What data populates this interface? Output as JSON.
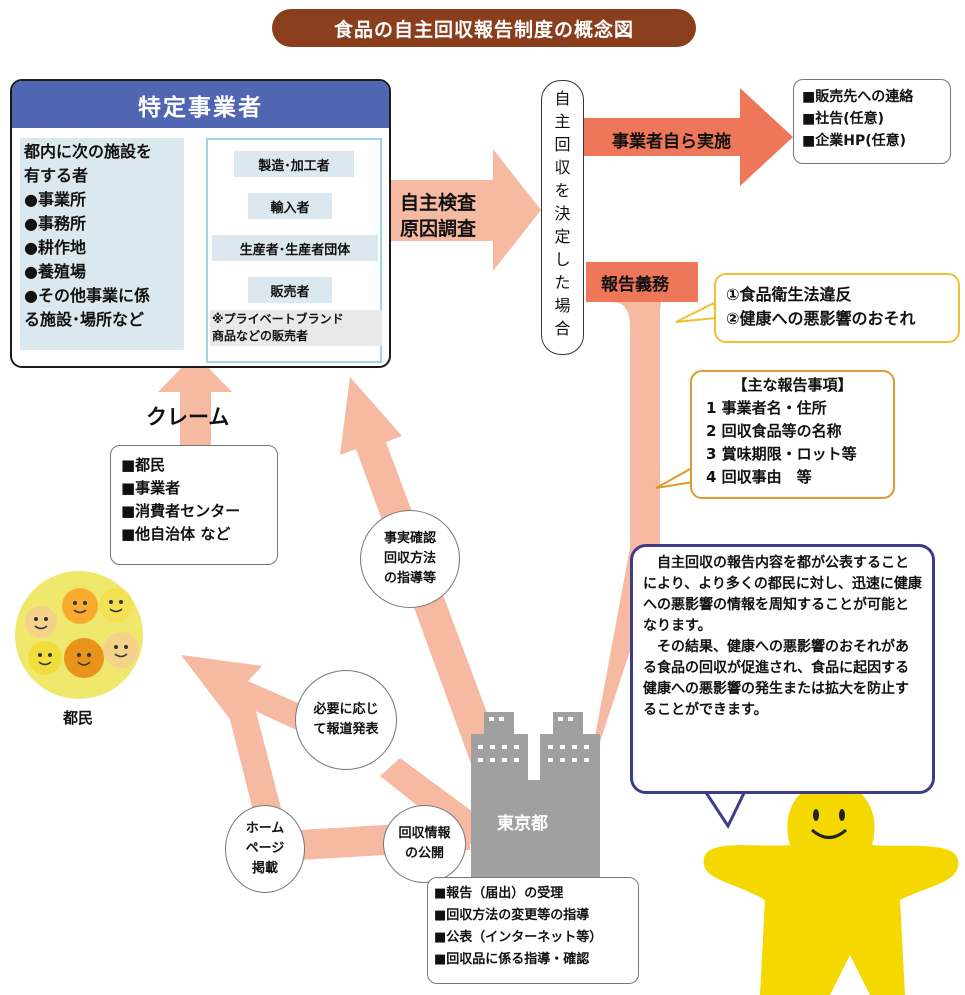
{
  "title": "食品の自主回収報告制度の概念図",
  "business": {
    "header": "特定事業者",
    "facility_intro": [
      "都内に次の施設を",
      "有する者"
    ],
    "facility_items": [
      "●事業所",
      "●事務所",
      "●耕作地",
      "●養殖場",
      "●その他事業に係",
      "る施設･場所など"
    ],
    "types": [
      "製造･加工者",
      "輸入者",
      "生産者･生産者団体",
      "販売者"
    ],
    "note": [
      "※プライベートブランド",
      "商品などの販売者"
    ]
  },
  "labels": {
    "inspection": [
      "自主検査",
      "原因調査"
    ],
    "self_action": "事業者自ら実施",
    "report_duty": "報告義務",
    "claim": "クレーム",
    "citizens": "都民",
    "tokyo": "東京都"
  },
  "decision": [
    "自",
    "主",
    "回",
    "収",
    "を",
    "決",
    "定",
    "し",
    "た",
    "場",
    "合"
  ],
  "notification": [
    "■販売先への連絡",
    "■社告(任意)",
    "■企業HP(任意)"
  ],
  "violations": [
    "①食品衛生法違反",
    "②健康への悪影響のおそれ"
  ],
  "report_items": {
    "heading": "【主な報告事項】",
    "items": [
      "1 事業者名・住所",
      "2 回収食品等の名称",
      "3 賞味期限・ロット等",
      "4 回収事由　等"
    ]
  },
  "complaint_sources": [
    "■都民",
    "■事業者",
    "■消費者センター",
    "■他自治体 など"
  ],
  "circles": {
    "guidance": "事実確認\n回収方法\nの指導等",
    "press": "必要に応じ\nて報道発表",
    "homepage": "ホーム\nページ\n掲載",
    "disclosure": "回収情報\nの公開"
  },
  "publication": [
    "　自主回収の報告内容を都が公表することにより、より多くの都民に対し、迅速に健康への悪影響の情報を周知することが可能となります。",
    "　その結果、健康への悪影響のおそれがある食品の回収が促進され、食品に起因する健康への悪影響の発生または拡大を防止することができます。"
  ],
  "tokyo_tasks": [
    "■報告（届出）の受理",
    "■回収方法の変更等の指導",
    "■公表（インターネット等）",
    "■回収品に係る指導・確認"
  ],
  "colors": {
    "title_bg": "#8b3e1c",
    "header_bg": "#5166b2",
    "arrow_pink": "#f6b9a2",
    "arrow_red": "#ee7659",
    "cyan_arrow": "#35b4d4",
    "face_bg": "#f0e76d",
    "mascot": "#f5d800",
    "building": "#a0a0a0",
    "pub_border": "#3e3b8a"
  },
  "icons": [
    "cyan-arrow-icon",
    "smiling-faces-icon",
    "building-icon",
    "mascot-icon"
  ]
}
